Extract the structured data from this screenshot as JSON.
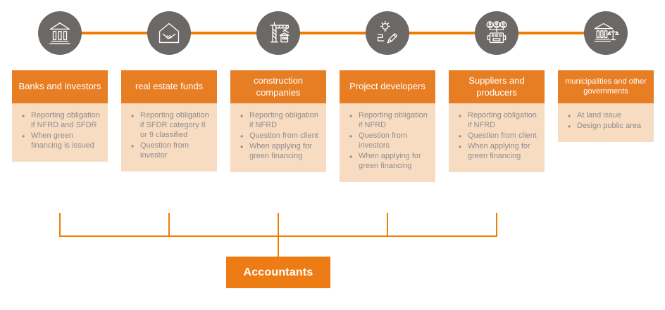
{
  "colors": {
    "header_orange": "#E87E24",
    "body_peach": "#F8DCC2",
    "line_orange": "#F07D00",
    "circle_gray": "#6B6866",
    "bullet_gray": "#8D8D8D",
    "accountants_orange": "#EE7C15"
  },
  "columns": [
    {
      "icon": "bank-icon",
      "title": "Banks and investors",
      "bullets": [
        "Reporting obligation if NFRD and SFDR",
        "When green financing is issued"
      ]
    },
    {
      "icon": "house-handshake-icon",
      "title": "real estate funds",
      "bullets": [
        "Reporting obligation if SFDR category 8 or 9 classified",
        "Question from investor"
      ]
    },
    {
      "icon": "construction-crane-icon",
      "title": "construction companies",
      "bullets": [
        "Reporting obligation if NFRD",
        "Question from client",
        "When applying for green financing"
      ]
    },
    {
      "icon": "idea-pencil-icon",
      "title": "Project developers",
      "bullets": [
        "Reporting obligation if NFRD",
        "Question from investors",
        "When applying for green financing"
      ]
    },
    {
      "icon": "team-machine-icon",
      "title": "Suppliers and producers",
      "bullets": [
        "Reporting obligation if NFRD",
        "Question from client",
        "When applying for green financing"
      ]
    },
    {
      "icon": "courthouse-scales-icon",
      "title": "municipalities and other governments",
      "bullets": [
        "At land issue",
        "Design public area"
      ]
    }
  ],
  "accountants": {
    "label": "Accountants"
  }
}
